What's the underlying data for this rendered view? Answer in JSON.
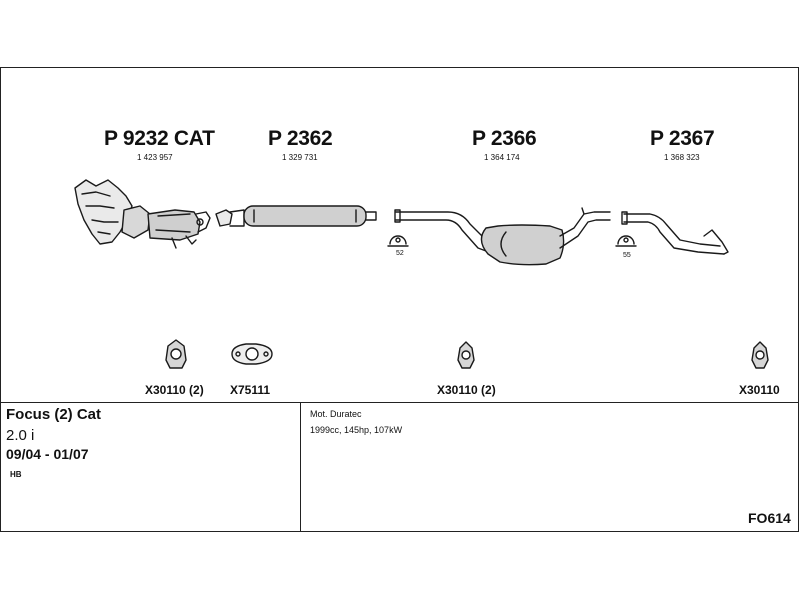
{
  "parts": [
    {
      "number": "P 9232 CAT",
      "code": "1 423 957"
    },
    {
      "number": "P 2362",
      "code": "1 329 731"
    },
    {
      "number": "P 2366",
      "code": "1 364 174"
    },
    {
      "number": "P 2367",
      "code": "1 368 323"
    }
  ],
  "clamps": [
    {
      "label": "52"
    },
    {
      "label": "55"
    }
  ],
  "accessories": [
    {
      "label": "X30110 (2)"
    },
    {
      "label": "X75111"
    },
    {
      "label": "X30110 (2)"
    },
    {
      "label": "X30110"
    }
  ],
  "vehicle": {
    "model": "Focus (2) Cat",
    "engine_size": "2.0 i",
    "years": "09/04 - 01/07",
    "body": "HB"
  },
  "engine": {
    "type": "Mot. Duratec",
    "spec": "1999cc, 145hp, 107kW"
  },
  "diagram_code": "FO614"
}
